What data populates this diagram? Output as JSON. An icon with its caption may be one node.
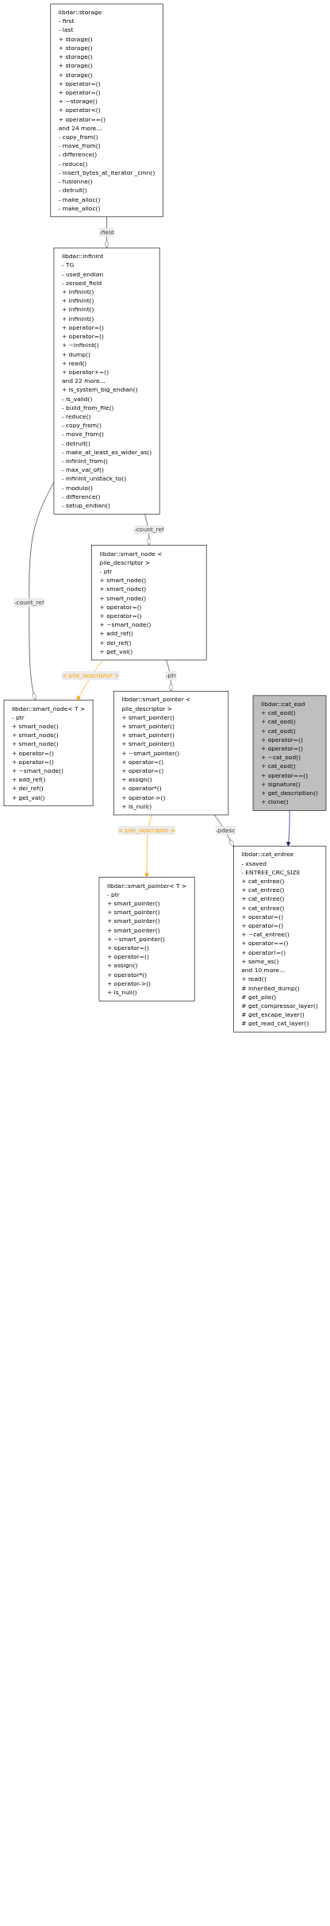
{
  "diagram": {
    "nodes": [
      {
        "text": [
          "libdar::storage",
          "- first",
          "- last",
          "+ storage()",
          "+ storage()",
          "+ storage()",
          "+ storage()",
          "+ storage()",
          "+ operator=()",
          "+ operator=()",
          "+ ~storage()",
          "+ operator<()",
          "+ operator==()",
          "and 24 more...",
          "- copy_from()",
          "- move_from()",
          "- difference()",
          "- reduce()",
          "- insert_bytes_at_iterator _cmn()",
          "- fusionne()",
          "- detruit()",
          "- make_alloc()",
          "- make_alloc()"
        ]
      },
      {
        "text": [
          "libdar::infinint",
          "- TG",
          "- used_endian",
          "- zeroed_field",
          "+ infinint()",
          "+ infinint()",
          "+ infinint()",
          "+ infinint()",
          "+ operator=()",
          "+ operator=()",
          "+ ~infinint()",
          "+ dump()",
          "+ read()",
          "+ operator+=()",
          "and 22 more...",
          "+ is_system_big_endian()",
          "- is_valid()",
          "- build_from_file()",
          "- reduce()",
          "- copy_from()",
          "- move_from()",
          "- detruit()",
          "- make_at_least_as_wider_as()",
          "- infinint_from()",
          "- max_val_of()",
          "- infinint_unstack_to()",
          "- modulo()",
          "- difference()",
          "- setup_endian()"
        ]
      },
      {
        "text": [
          "libdar::smart_node< T >",
          "- ptr",
          "+ smart_node()",
          "+ smart_node()",
          "+ smart_node()",
          "+ operator=()",
          "+ operator=()",
          "+ ~smart_node()",
          "+ add_ref()",
          "+ del_ref()",
          "+ get_val()"
        ]
      },
      {
        "text": [
          "libdar::smart_node < pile_descriptor >",
          "- ptr",
          "+ smart_node()",
          "+ smart_node()",
          "+ smart_node()",
          "+ operator=()",
          "+ operator=()",
          "+ ~smart_node()",
          "+ add_ref()",
          "+ del_ref()",
          "+ get_val()"
        ]
      },
      {
        "text": [
          "libdar::smart_pointer< T >",
          "- ptr",
          "+ smart_pointer()",
          "+ smart_pointer()",
          "+ smart_pointer()",
          "+ smart_pointer()",
          "+ ~smart_pointer()",
          "+ operator=()",
          "+ operator=()",
          "+ assign()",
          "+ operator*()",
          "+ operator->()",
          "+ is_null()"
        ]
      },
      {
        "text": [
          "libdar::smart_pointer < pile_descriptor >",
          "+ smart_pointer()",
          "+ smart_pointer()",
          "+ smart_pointer()",
          "+ smart_pointer()",
          "+ ~smart_pointer()",
          "+ operator=()",
          "+ operator=()",
          "+ assign()",
          "+ operator*()",
          "+ operator->()",
          "+ is_null()"
        ]
      },
      {
        "text": [
          "libdar::cat_entree",
          "- xsaved",
          "- ENTREE_CRC_SIZE",
          "+ cat_entree()",
          "+ cat_entree()",
          "+ cat_entree()",
          "+ cat_entree()",
          "+ operator=()",
          "+ operator=()",
          "+ ~cat_entree()",
          "+ operator==()",
          "+ operator!=()",
          "+ same_as()",
          "and 10 more...",
          "+ read()",
          "# inherited_dump()",
          "# get_pile()",
          "# get_compressor_layer()",
          "# get_escape_layer()",
          "# get_read_cat_layer()"
        ]
      },
      {
        "text": [
          "libdar::cat_eod",
          "+ cat_eod()",
          "+ cat_eod()",
          "+ cat_eod()",
          "+ operator=()",
          "+ operator=()",
          "+ ~cat_eod()",
          "+ cat_eod()",
          "+ operator==()",
          "+ signature()",
          "+ get_description()",
          "+ clone()"
        ]
      }
    ],
    "edges": [
      {
        "from": 0,
        "to": 1,
        "arrow": "other",
        "label": "-field"
      },
      {
        "from": 1,
        "to": 2,
        "arrow": "other",
        "label": "-count_ref"
      },
      {
        "from": 1,
        "to": 3,
        "arrow": "other",
        "label": "-count_ref"
      },
      {
        "from": 3,
        "to": 2,
        "arrow": "to",
        "label": "< pile_descriptor >",
        "color": "#ffa500"
      },
      {
        "from": 3,
        "to": 5,
        "arrow": "other",
        "label": "-ptr"
      },
      {
        "from": 5,
        "to": 4,
        "arrow": "to",
        "label": "< pile_descriptor >",
        "color": "#ffa500"
      },
      {
        "from": 5,
        "to": 6,
        "arrow": "other",
        "label": "-pdesc"
      },
      {
        "from": 7,
        "to": 6,
        "arrow": "to",
        "color": "#191970"
      }
    ]
  }
}
